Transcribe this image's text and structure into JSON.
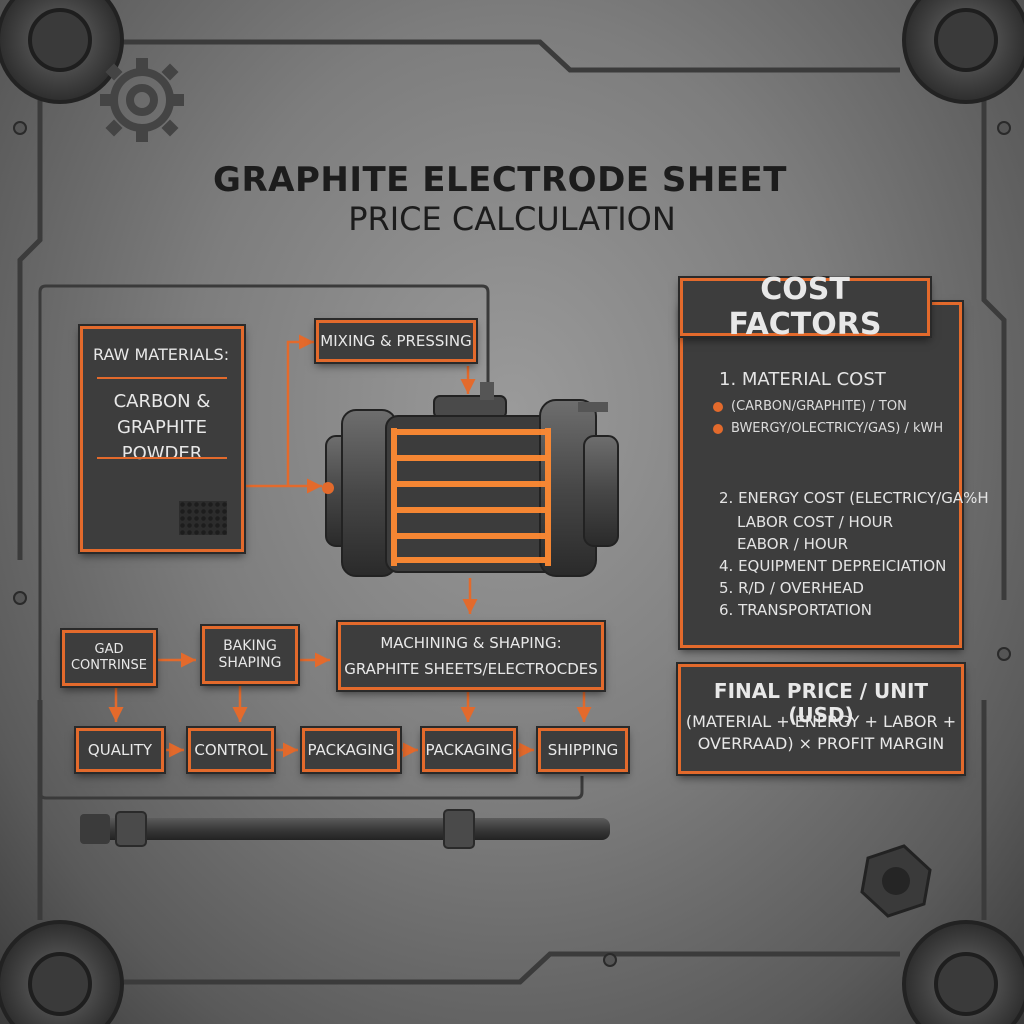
{
  "title": {
    "line1": "GRAPHITE ELECTRODE SHEET",
    "line2": "PRICE CALCULATION"
  },
  "raw_materials": {
    "label": "RAW MATERIALS:",
    "content": "CARBON &\nGRAPHITE\nPOWDER"
  },
  "flow": {
    "mixing": "MIXING & PRESSING",
    "gad": "GAD\nCONTRINSE",
    "baking": "BAKING\nSHAPING",
    "machining": "MACHINING & SHAPING:\nGRAPHITE SHEETS/ELECTROCDES",
    "quality": "QUALITY",
    "control": "CONTROL",
    "packaging1": "PACKAGING",
    "packaging2": "PACKAGING",
    "shipping": "SHIPPING"
  },
  "cost_factors": {
    "title": "COST FACTORS",
    "item1": "1.  MATERIAL COST",
    "sub1": "(CARBON/GRAPHITE) / TON",
    "sub2": "BWERGY/OLECTRICY/GAS) / kWH",
    "item2": "2.  ENERGY COST (ELECTRICY/GA%H",
    "item3": "LABOR COST / HOUR",
    "item3b": "EABOR / HOUR",
    "item4": "4.  EQUIPMENT DEPREICIATION",
    "item5": "5.  R/D / OVERHEAD",
    "item6": "6.  TRANSPORTATION"
  },
  "final_price": {
    "title": "FINAL PRICE / UNIT (USD)",
    "formula_line1": "(MATERIAL + ENERGY + LABOR +",
    "formula_line2": "OVERRAAD) × PROFIT MARGIN"
  },
  "colors": {
    "accent": "#e36a2c",
    "panel": "#3d3d3d",
    "background": "#7d7d7d"
  }
}
